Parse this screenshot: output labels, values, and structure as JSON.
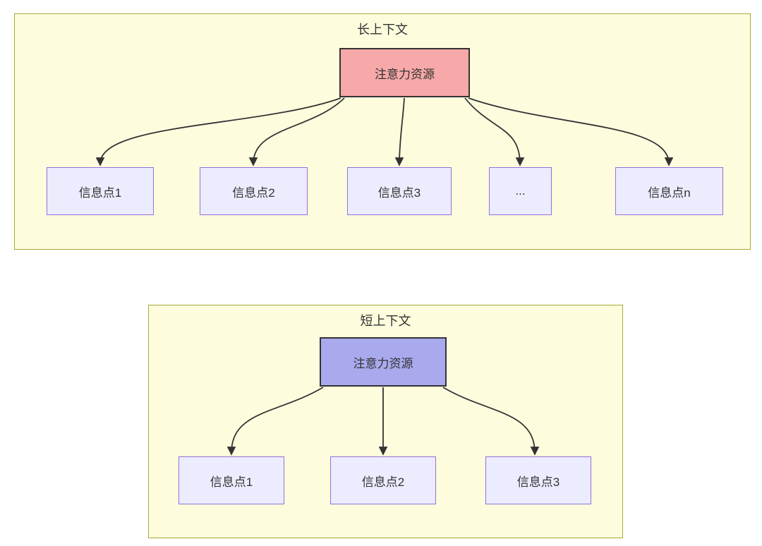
{
  "diagrams": [
    {
      "title": "长上下文",
      "root": {
        "label": "注意力资源"
      },
      "children": [
        {
          "label": "信息点1"
        },
        {
          "label": "信息点2"
        },
        {
          "label": "信息点3"
        },
        {
          "label": "..."
        },
        {
          "label": "信息点n"
        }
      ]
    },
    {
      "title": "短上下文",
      "root": {
        "label": "注意力资源"
      },
      "children": [
        {
          "label": "信息点1"
        },
        {
          "label": "信息点2"
        },
        {
          "label": "信息点3"
        }
      ]
    }
  ],
  "colors": {
    "container_fill": "#fdfdde",
    "container_border": "#aaaa33",
    "attention_pink": "#f7a8a8",
    "attention_purple": "#a9a9ee",
    "node_border_dark": "#333333",
    "info_fill": "#ececff",
    "info_border": "#9370db",
    "edge": "#333333"
  }
}
